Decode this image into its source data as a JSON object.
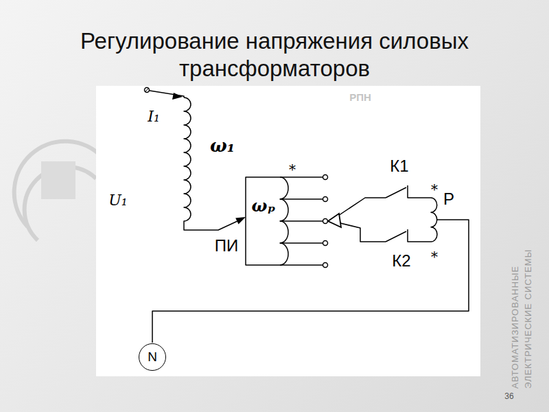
{
  "diagram": {
    "title": "Регулирование напряжения силовых трансформаторов",
    "nodes": [
      {
        "text": [
          "N"
        ]
      }
    ],
    "labels": [
      "РПН",
      "I₁",
      "ω₁",
      "U₁",
      "*",
      "ωₚ",
      "К1",
      "*",
      "Р",
      "ПИ",
      "К2",
      "*",
      "АВТОМАТИЗИРОВАННЫЕ",
      "ЭЛЕКТРИЧЕСКИЕ СИСТЕМЫ",
      "36"
    ]
  }
}
